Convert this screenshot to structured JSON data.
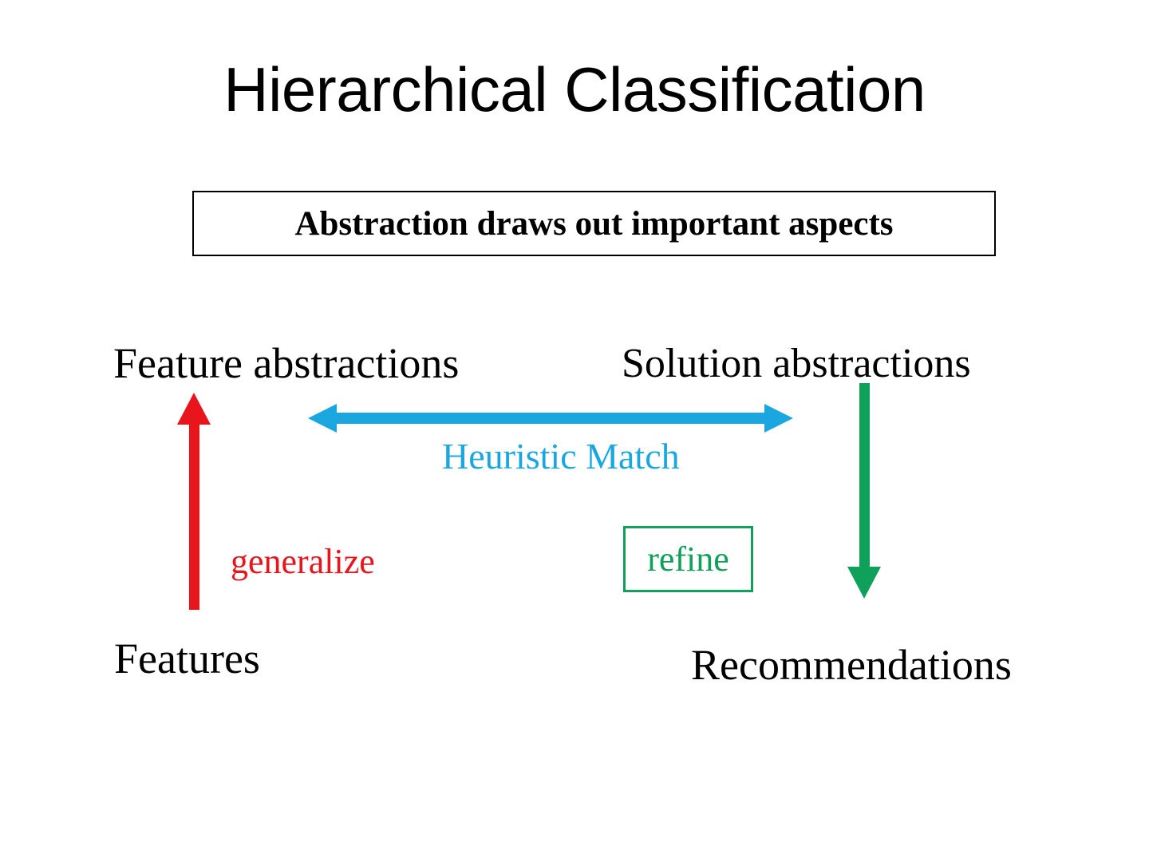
{
  "slide": {
    "title": "Hierarchical Classification",
    "background_color": "#ffffff"
  },
  "statement": {
    "text": "Abstraction draws out important aspects",
    "border_color": "#000000"
  },
  "nodes": [
    {
      "id": "feature-abstractions",
      "label": "Feature abstractions"
    },
    {
      "id": "solution-abstractions",
      "label": "Solution abstractions"
    },
    {
      "id": "features",
      "label": "Features"
    },
    {
      "id": "recommendations",
      "label": "Recommendations"
    }
  ],
  "edges": [
    {
      "id": "heuristic-match",
      "label": "Heuristic Match",
      "color": "#1aa7e0",
      "direction": "bidirectional",
      "orientation": "horizontal",
      "from": "feature-abstractions",
      "to": "solution-abstractions"
    },
    {
      "id": "generalize",
      "label": "generalize",
      "color": "#e8161c",
      "direction": "up",
      "orientation": "vertical",
      "from": "features",
      "to": "feature-abstractions"
    },
    {
      "id": "refine",
      "label": "refine",
      "color": "#0fa05a",
      "direction": "down",
      "orientation": "vertical",
      "from": "solution-abstractions",
      "to": "recommendations",
      "boxed": true
    }
  ],
  "colors": {
    "cyan": "#1aa7e0",
    "red": "#e8161c",
    "green": "#0fa05a",
    "black": "#000000"
  }
}
